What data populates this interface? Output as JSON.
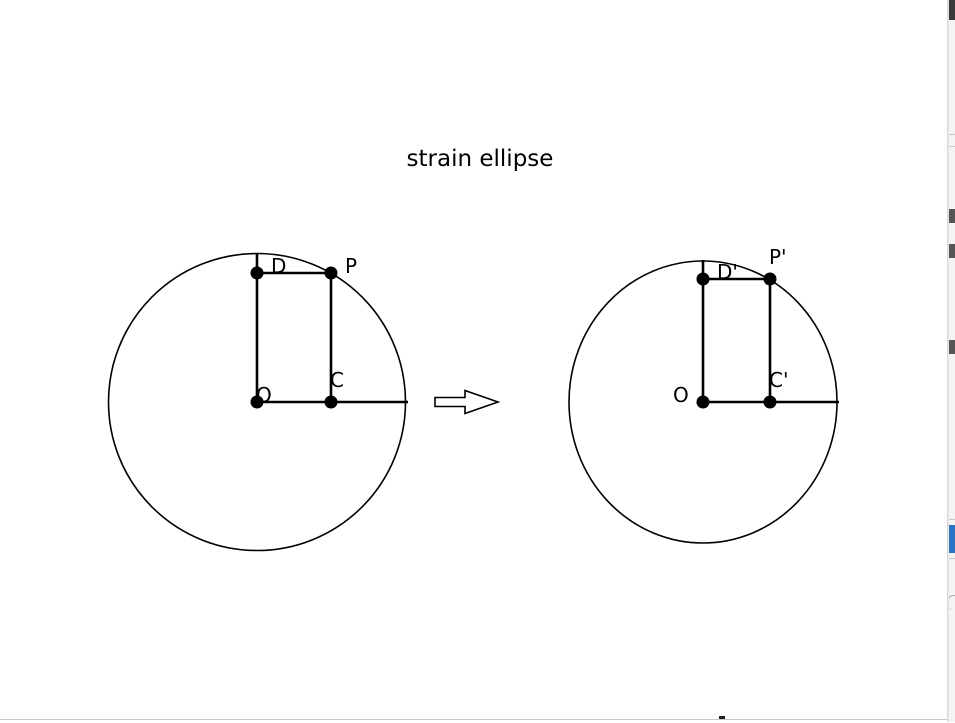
{
  "figure": {
    "title": "strain ellipse",
    "left_diagram": {
      "labels": {
        "origin": "O",
        "d": "D",
        "p": "P",
        "c": "C"
      }
    },
    "right_diagram": {
      "labels": {
        "origin": "O",
        "d": "D'",
        "p": "P'",
        "c": "C'"
      }
    },
    "arrow": "transform-arrow"
  },
  "colors": {
    "ink": "#000000",
    "background": "#ffffff",
    "accent_behind": "#2d73c4"
  }
}
